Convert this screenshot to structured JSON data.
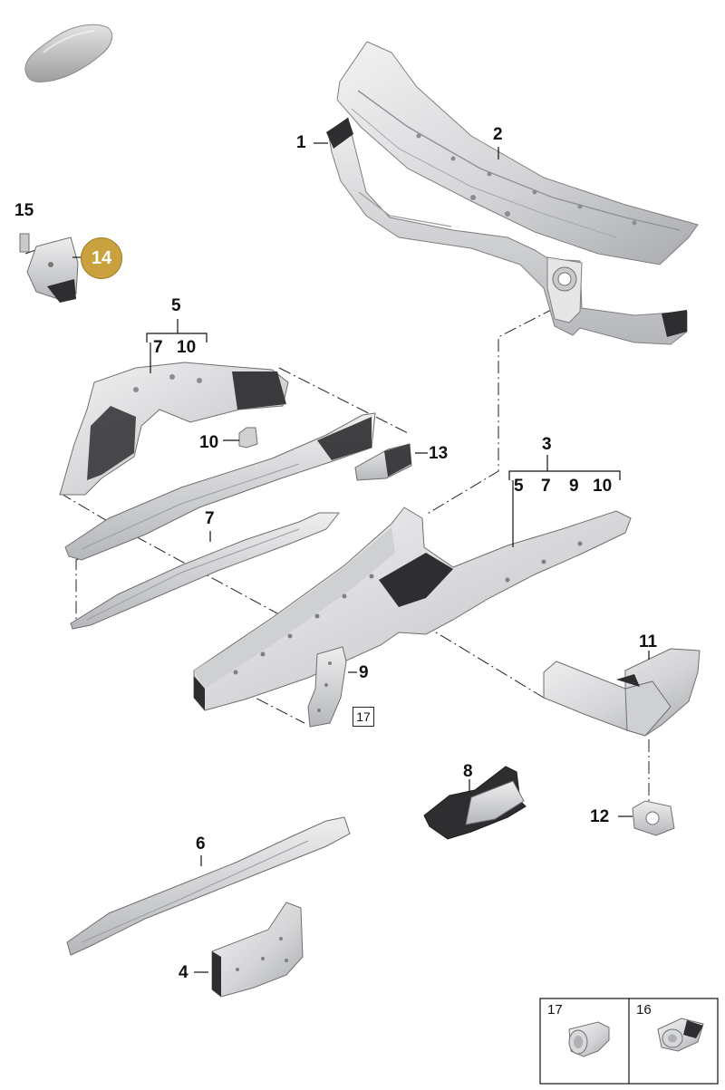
{
  "callouts": {
    "c1": "1",
    "c2": "2",
    "c3": "3",
    "c3_subs": [
      "5",
      "7",
      "9",
      "10"
    ],
    "c4": "4",
    "c5": "5",
    "c5_subs": [
      "7",
      "10"
    ],
    "c6": "6",
    "c7": "7",
    "c8": "8",
    "c9": "9",
    "c10": "10",
    "c11": "11",
    "c12": "12",
    "c13": "13",
    "c14": "14",
    "c15": "15",
    "c17_ref": "17"
  },
  "highlight": {
    "callout": "14",
    "color": "#c9a13f"
  },
  "legend": {
    "items": [
      {
        "number": "17",
        "icon": "sleeve-nut-icon"
      },
      {
        "number": "16",
        "icon": "clip-nut-icon"
      }
    ]
  },
  "colors": {
    "part_fill": "#d9dadc",
    "part_shadow": "#8f9194",
    "part_dark": "#2c2c2e",
    "line": "#111111"
  }
}
